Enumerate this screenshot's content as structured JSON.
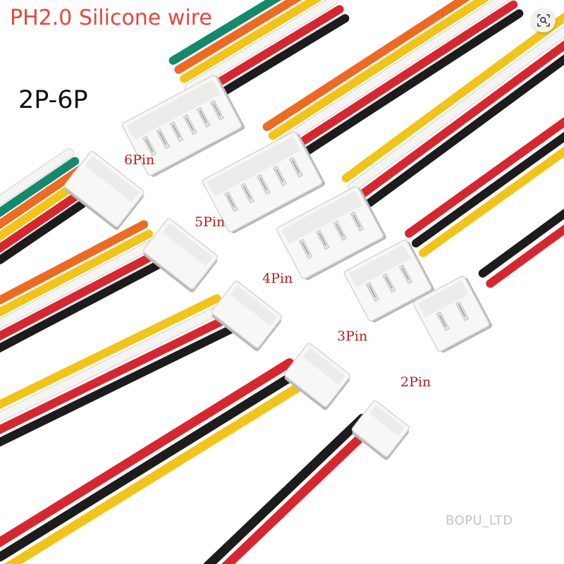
{
  "title": "PH2.0 Silicone wire",
  "subtitle": "2P-6P",
  "pin_labels": [
    "6Pin",
    "5Pin",
    "4Pin",
    "3Pin",
    "2Pin"
  ],
  "watermark": "BOPU_LTD",
  "colors": {
    "title_red": "#e8453c",
    "pin_label_red": "#b81e1e",
    "connector_white": "#f7f7f5",
    "wire_red": "#d8262f",
    "wire_black": "#1c1c1c",
    "wire_yellow": "#f2c417",
    "wire_white": "#f4f4f2",
    "wire_orange": "#ee6a22",
    "wire_green": "#13896d"
  },
  "icons": {
    "visual_search_button": "lens-search-icon"
  }
}
